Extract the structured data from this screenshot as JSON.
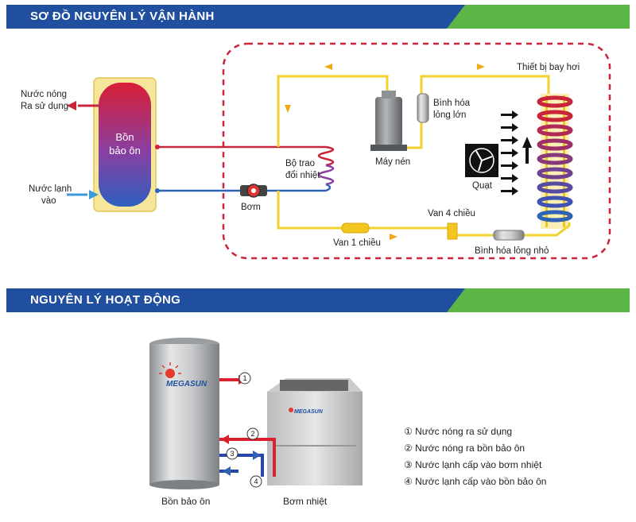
{
  "section1": {
    "title": "SƠ ĐỒ NGUYÊN LÝ VẬN HÀNH"
  },
  "section2": {
    "title": "NGUYÊN LÝ HOẠT ĐỘNG"
  },
  "diagram": {
    "tank": [
      "Bồn",
      "bảo ôn"
    ],
    "hot_out": [
      "Nước nóng",
      "Ra sử dụng"
    ],
    "cold_in": [
      "Nước lạnh",
      "vào"
    ],
    "heat_exchanger": [
      "Bộ trao",
      "đổi nhiệt"
    ],
    "pump": "Bơm",
    "compressor": "Máy nén",
    "large_receiver": [
      "Bình hóa",
      "lỏng lớn"
    ],
    "fan": "Quạt",
    "evaporator": "Thiết bị bay hơi",
    "check_valve": "Van 1 chiều",
    "four_way_valve": "Van 4 chiều",
    "small_receiver": "Bình hóa lỏng nhỏ"
  },
  "product": {
    "brand": "MEGASUN",
    "tank_caption": "Bồn bảo ôn",
    "heat_pump_caption": "Bơm nhiệt",
    "markers": [
      "1",
      "2",
      "3",
      "4"
    ],
    "legend": [
      "① Nước nóng ra sử dụng",
      "② Nước nóng ra bồn bảo ôn",
      "③ Nước lạnh cấp vào bơm nhiệt",
      "④ Nước lạnh cấp vào bồn bảo ôn"
    ]
  },
  "colors": {
    "banner_blue": "#1f4f9e",
    "banner_green": "#5cb646",
    "pipe_yellow": "#f2d22e",
    "hot_red": "#c8243a",
    "cold_blue": "#2f62b3"
  }
}
